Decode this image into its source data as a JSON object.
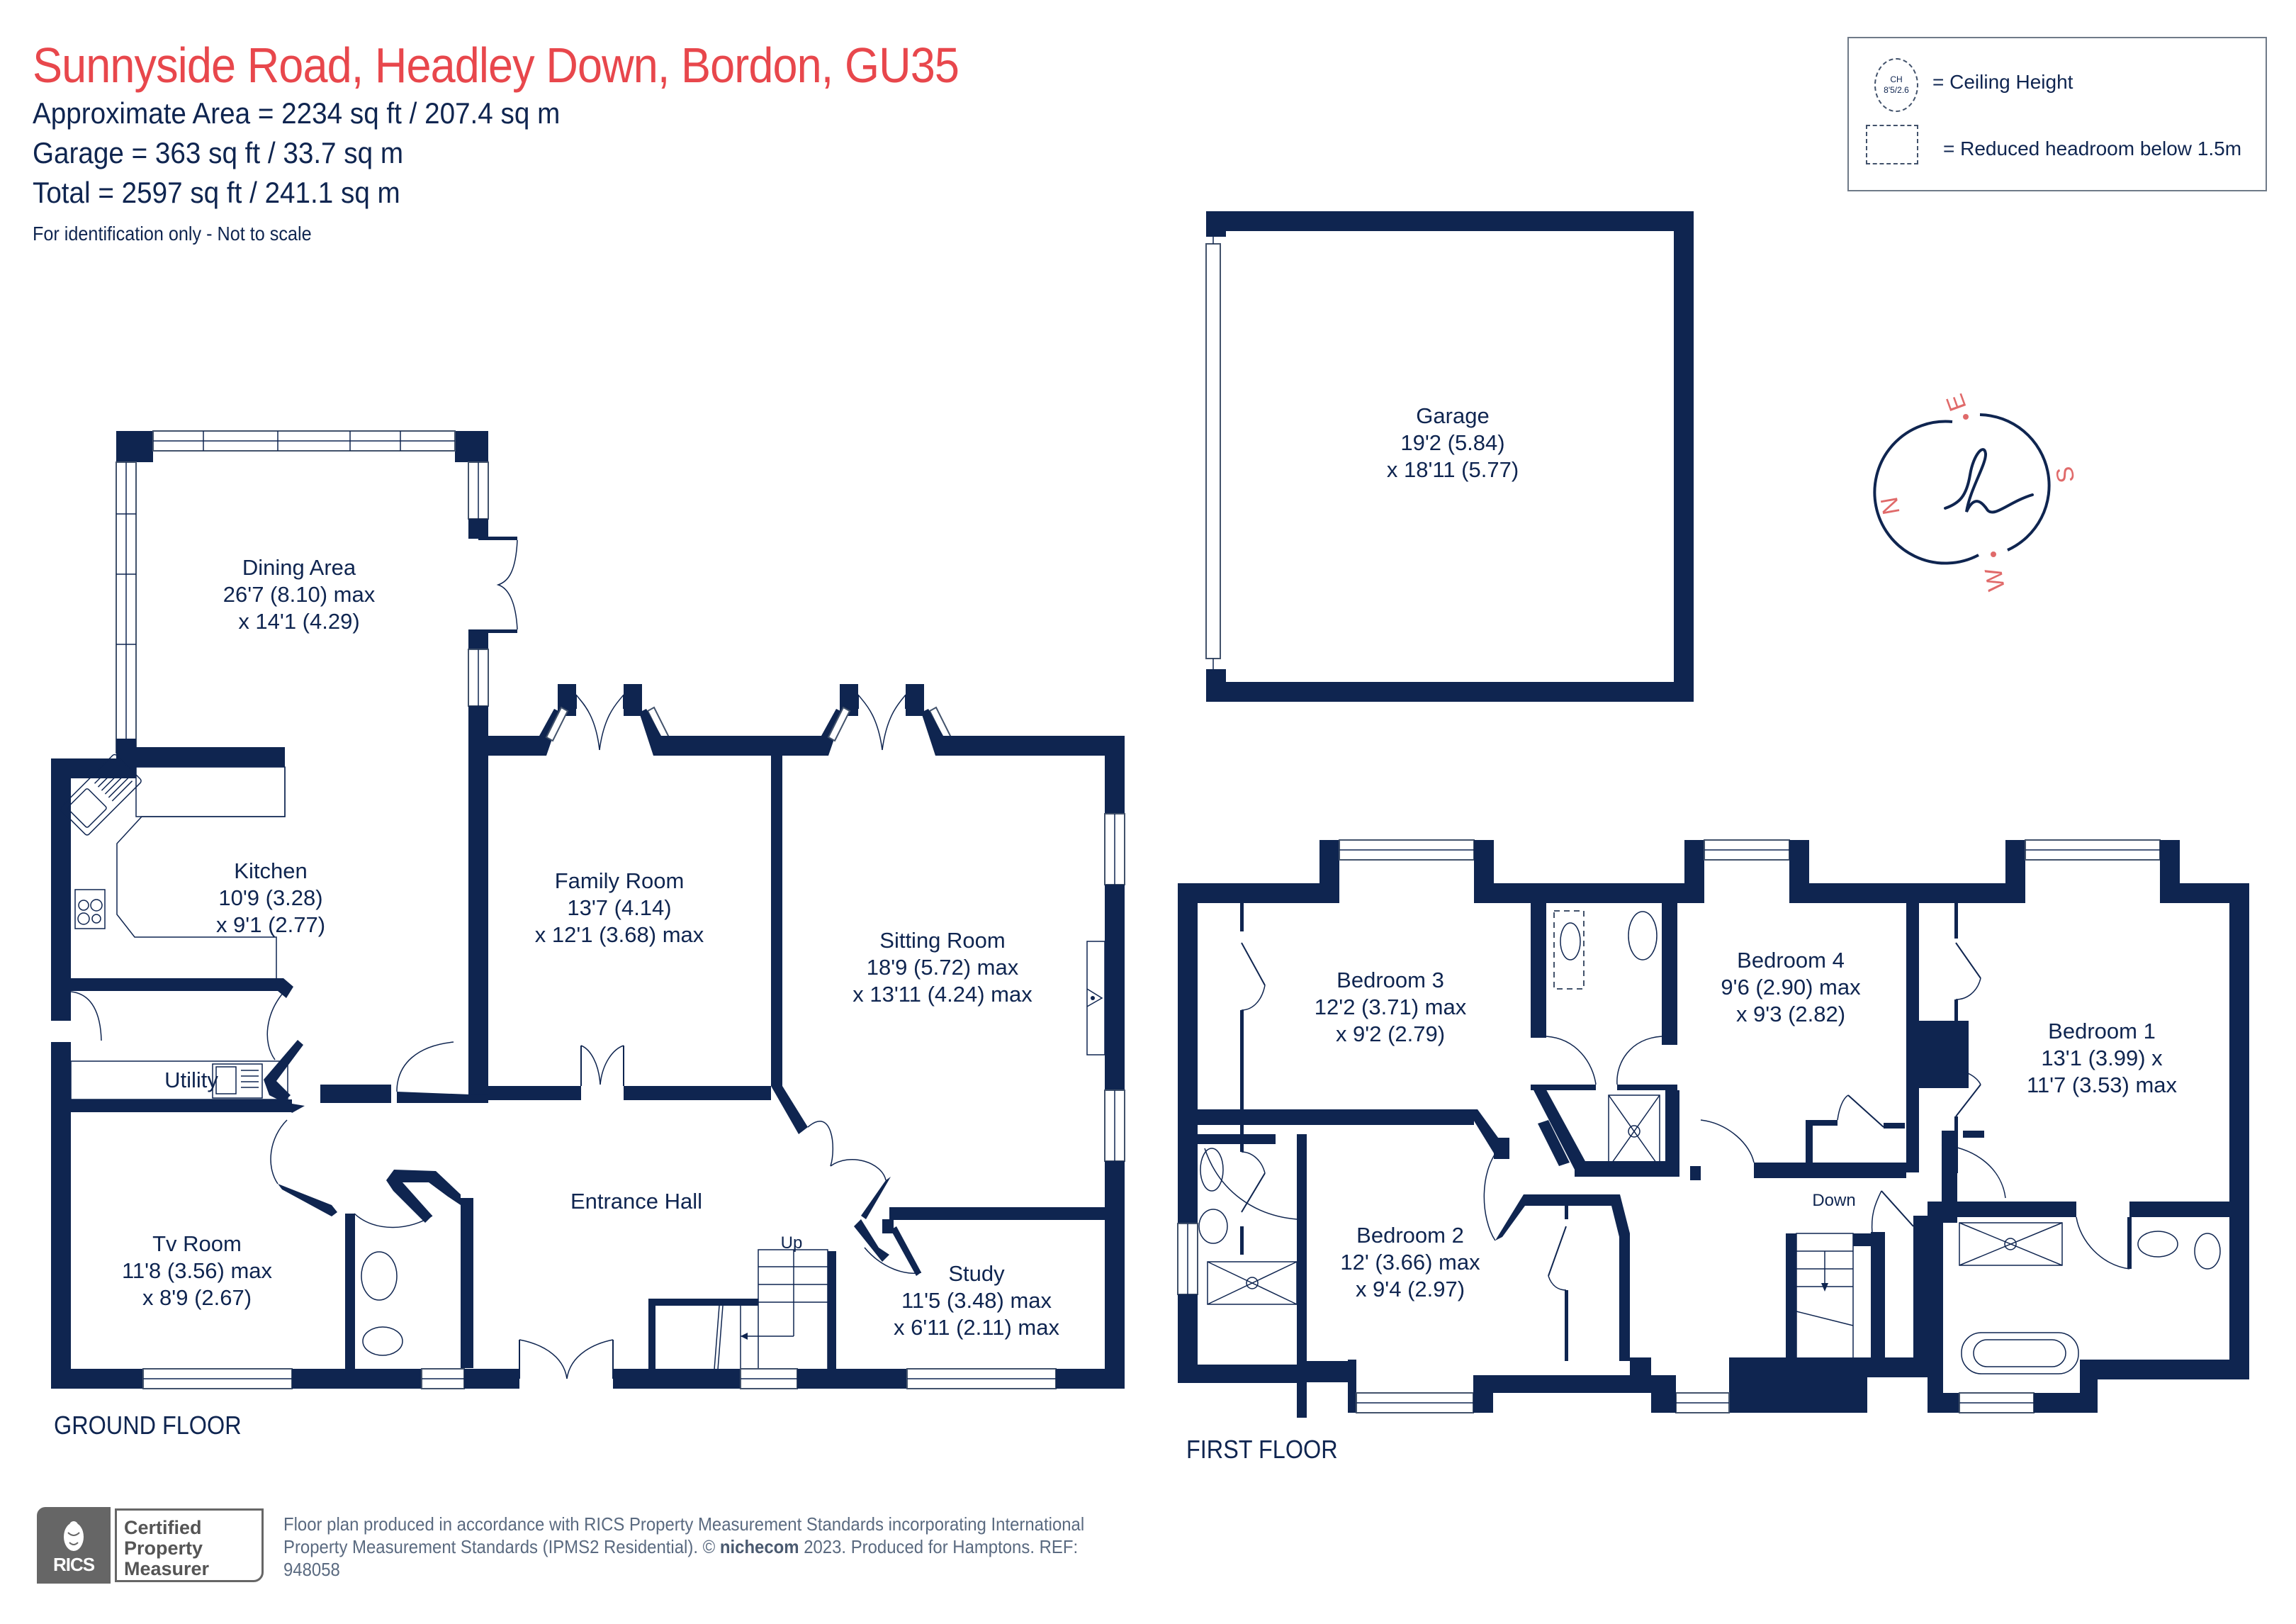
{
  "header": {
    "title": "Sunnyside Road, Headley Down, Bordon, GU35",
    "approximate_area": "Approximate Area = 2234 sq ft / 207.4 sq m",
    "garage_area": "Garage = 363 sq ft / 33.7 sq m",
    "total_area": "Total = 2597 sq ft / 241.1 sq m",
    "disclaimer": "For identification only - Not to scale"
  },
  "legend": {
    "ceiling_symbol_line1": "CH",
    "ceiling_symbol_line2": "8'5/2.6",
    "ceiling_label": "= Ceiling Height",
    "reduced_headroom_label": "= Reduced headroom below 1.5m"
  },
  "compass": {
    "icon": "compass-logo-icon",
    "north": "N",
    "east": "E",
    "south": "S",
    "west": "W"
  },
  "colors": {
    "title": "#e8474c",
    "walls": "#0f2550",
    "text": "#0f2550",
    "compass_letters": "#e06a6a",
    "footer_text": "#5a6a80",
    "badge_grey": "#666666"
  },
  "garage": {
    "name": "Garage",
    "dim1": "19'2 (5.84)",
    "dim2": "x 18'11 (5.77)"
  },
  "ground_floor": {
    "label": "GROUND FLOOR",
    "stairs_label": "Up",
    "rooms": [
      {
        "name": "Dining Area",
        "dim1": "26'7 (8.10) max",
        "dim2": "x 14'1 (4.29)"
      },
      {
        "name": "Kitchen",
        "dim1": "10'9 (3.28)",
        "dim2": "x 9'1 (2.77)"
      },
      {
        "name": "Family Room",
        "dim1": "13'7 (4.14)",
        "dim2": "x 12'1 (3.68) max"
      },
      {
        "name": "Sitting Room",
        "dim1": "18'9 (5.72) max",
        "dim2": "x 13'11 (4.24) max"
      },
      {
        "name": "Utility",
        "dim1": "",
        "dim2": ""
      },
      {
        "name": "Entrance Hall",
        "dim1": "",
        "dim2": ""
      },
      {
        "name": "Tv Room",
        "dim1": "11'8 (3.56) max",
        "dim2": "x 8'9 (2.67)"
      },
      {
        "name": "Study",
        "dim1": "11'5 (3.48) max",
        "dim2": "x 6'11 (2.11) max"
      }
    ]
  },
  "first_floor": {
    "label": "FIRST FLOOR",
    "stairs_label": "Down",
    "rooms": [
      {
        "name": "Bedroom 3",
        "dim1": "12'2 (3.71) max",
        "dim2": "x 9'2 (2.79)"
      },
      {
        "name": "Bedroom 4",
        "dim1": "9'6 (2.90) max",
        "dim2": "x 9'3 (2.82)"
      },
      {
        "name": "Bedroom 1",
        "dim1": "13'1 (3.99) x",
        "dim2": "11'7 (3.53) max"
      },
      {
        "name": "Bedroom 2",
        "dim1": "12' (3.66) max",
        "dim2": "x 9'4 (2.97)"
      }
    ]
  },
  "footer": {
    "badge_org": "RICS",
    "badge_line1": "Certified",
    "badge_line2": "Property",
    "badge_line3": "Measurer",
    "text_part1": "Floor plan produced in accordance with RICS Property Measurement Standards incorporating International Property Measurement Standards (IPMS2 Residential).  © ",
    "brand": "nichecom",
    "text_part2": " 2023.   Produced for Hamptons.   REF: 948058"
  }
}
